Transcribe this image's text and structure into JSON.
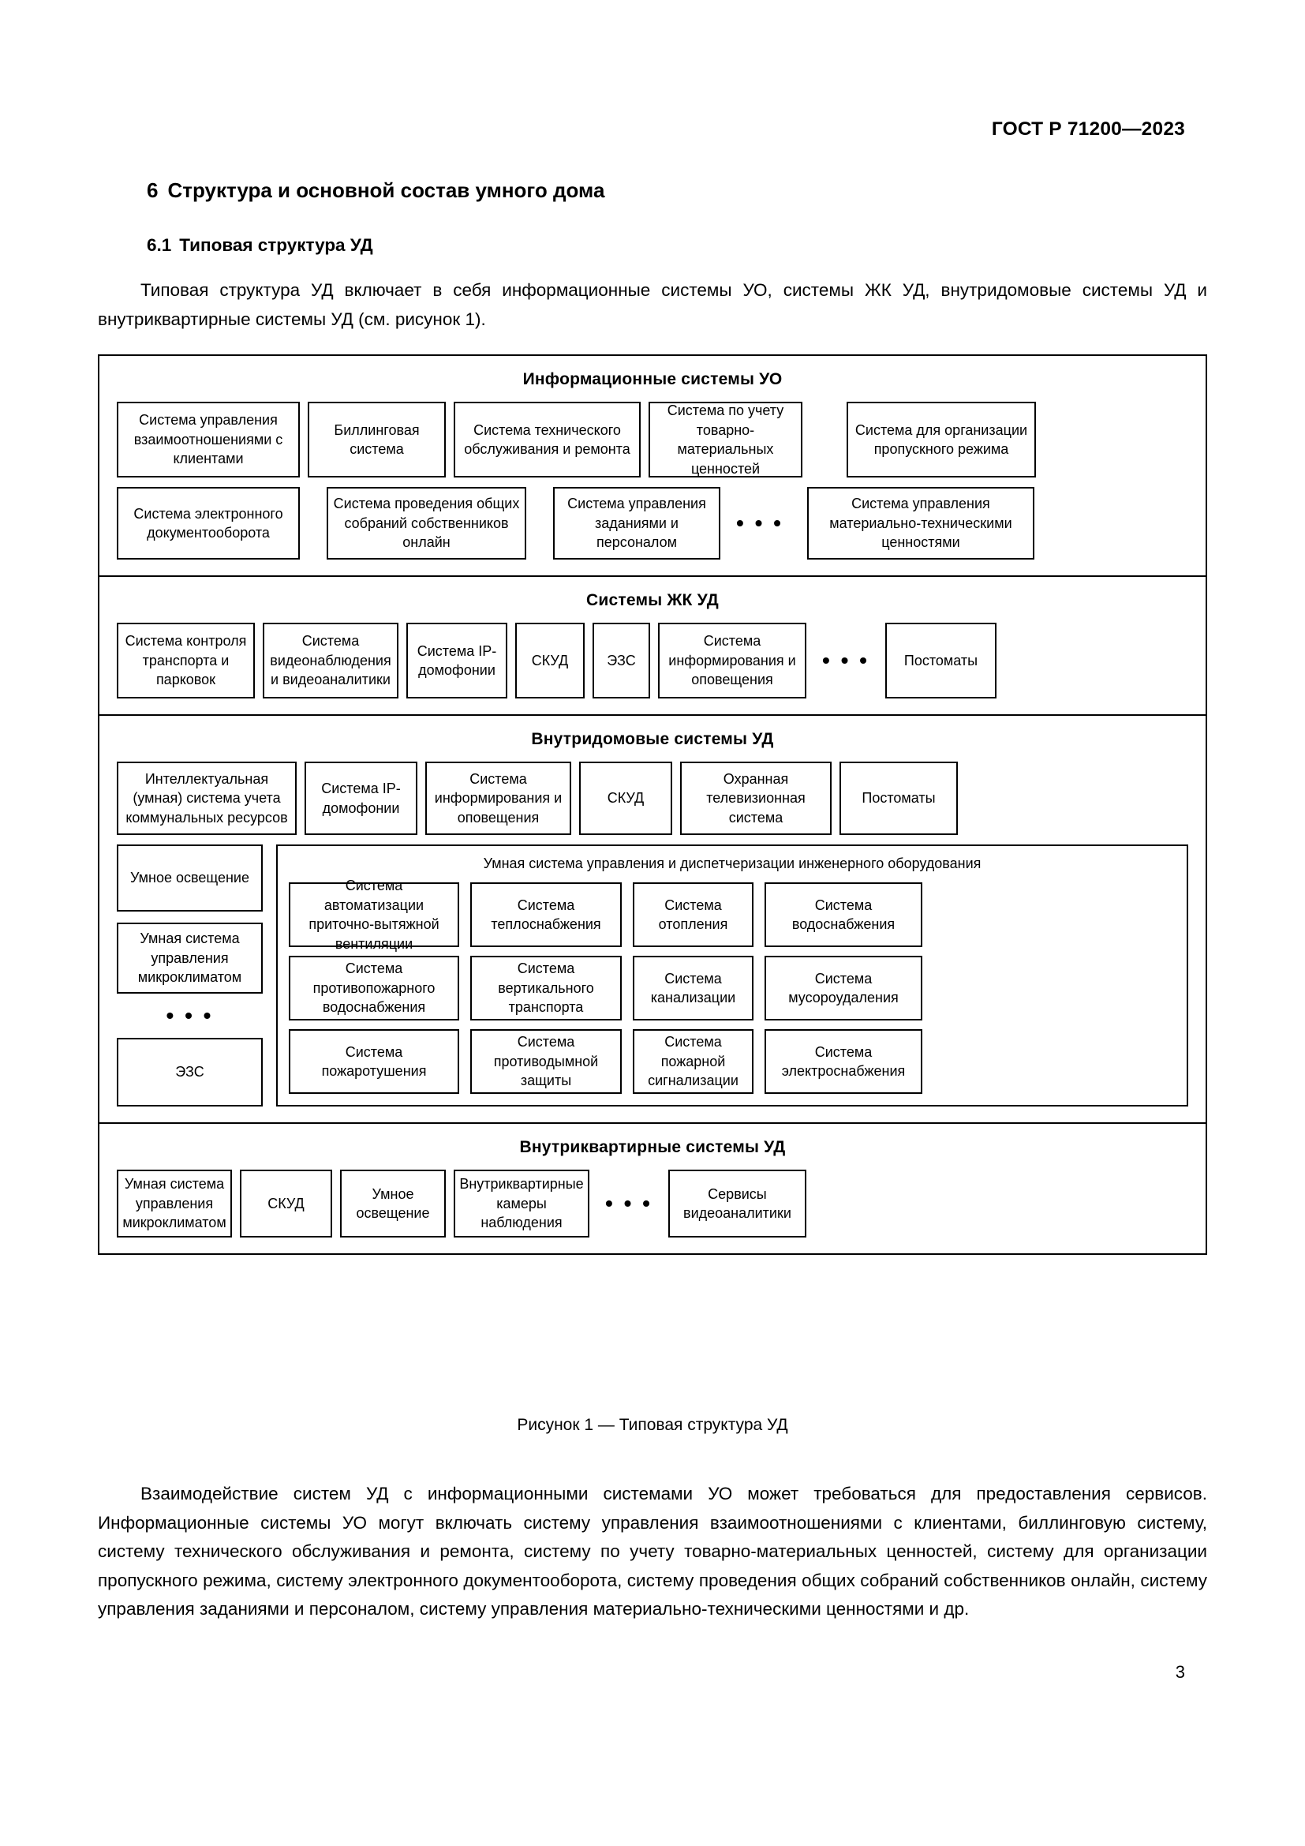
{
  "header": {
    "standard": "ГОСТ Р 71200—2023"
  },
  "section": {
    "number": "6",
    "title": "Структура и основной состав умного дома"
  },
  "subsection": {
    "number": "6.1",
    "title": "Типовая структура УД"
  },
  "intro_paragraph": "Типовая структура УД включает в себя информационные системы УО, системы ЖК УД, внутридомовые системы УД и внутриквартирные системы УД (см. рисунок 1).",
  "figure": {
    "caption": "Рисунок 1 — Типовая структура УД",
    "bands": [
      {
        "title": "Информационные системы УО",
        "rows": [
          {
            "items": [
              "Система управления взаимоотношениями с клиентами",
              "Биллинговая система",
              "Система технического обслуживания и ремонта",
              "Система по учету товарно-материальных ценностей",
              "Система для организации пропускного режима"
            ]
          },
          {
            "items": [
              "Система электронного документооборота",
              "Система проведения общих собраний собственников онлайн",
              "Система управления заданиями и персоналом",
              "Система управления материально-техническими ценностями"
            ],
            "ellipsis_after_index": 2
          }
        ]
      },
      {
        "title": "Системы ЖК УД",
        "rows": [
          {
            "items": [
              "Система контроля транспорта и парковок",
              "Система видеонаблюдения и видеоаналитики",
              "Система IP-домофонии",
              "СКУД",
              "ЭЗС",
              "Система информирования и оповещения",
              "Постоматы"
            ],
            "ellipsis_after_index": 5
          }
        ]
      },
      {
        "title": "Внутридомовые системы УД",
        "rows": [
          {
            "items": [
              "Интеллектуальная (умная) система учета коммунальных ресурсов",
              "Система IP-домофонии",
              "Система информирования и оповещения",
              "СКУД",
              "Охранная телевизионная система",
              "Постоматы"
            ]
          }
        ],
        "left_column": {
          "items": [
            "Умное освещение",
            "Умная система управления микроклиматом",
            "ЭЗС"
          ],
          "ellipsis": "• • •"
        },
        "engineering": {
          "title": "Умная система управления и диспетчеризации инженерного оборудования",
          "cells": [
            "Система автоматизации приточно-вытяжной вентиляции",
            "Система теплоснабжения",
            "Система отопления",
            "Система водоснабжения",
            "Система противопожарного водоснабжения",
            "Система вертикального транспорта",
            "Система канализации",
            "Система мусороудаления",
            "Система пожаротушения",
            "Система противодымной защиты",
            "Система пожарной сигнализации",
            "Система электроснабжения"
          ]
        }
      },
      {
        "title": "Внутриквартирные системы УД",
        "rows": [
          {
            "items": [
              "Умная система управления микроклиматом",
              "СКУД",
              "Умное освещение",
              "Внутриквартирные камеры наблюдения",
              "Сервисы видеоаналитики"
            ],
            "ellipsis_after_index": 3
          }
        ]
      }
    ],
    "ellipsis_glyph": "• • •"
  },
  "outro_paragraph": "Взаимодействие систем УД с информационными системами УО может требоваться для предоставления сервисов. Информационные системы УО могут включать систему управления взаимоотношениями с клиентами, биллинговую систему, систему технического обслуживания и ремонта, систему по учету товарно-материальных ценностей, систему для организации пропускного режима, систему электронного документооборота, систему проведения общих собраний собственников онлайн, систему управления заданиями и персоналом, систему управления материально-техническими ценностями и др.",
  "page_number": "3"
}
